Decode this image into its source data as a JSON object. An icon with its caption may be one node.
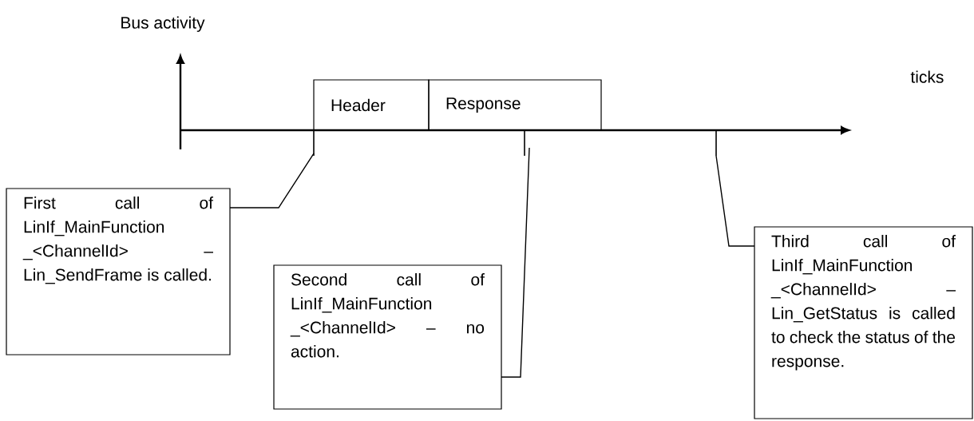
{
  "diagram": {
    "nodes": [
      {
        "text": [
          "Header"
        ]
      },
      {
        "text": [
          "Response"
        ]
      },
      {
        "text": [
          "First call of LinIf_MainFunction _<ChannelId> – Lin_SendFrame is called."
        ]
      },
      {
        "text": [
          "Second call of LinIf_MainFunction _<ChannelId> – no action."
        ]
      },
      {
        "text": [
          "Third call of LinIf_MainFunction _<ChannelId> – Lin_GetStatus is called to check the status of the response."
        ]
      }
    ],
    "edges": [
      {
        "from": 2,
        "to": null,
        "arrow": "none"
      },
      {
        "from": 3,
        "to": null,
        "arrow": "none"
      },
      {
        "from": 4,
        "to": null,
        "arrow": "none"
      }
    ],
    "labels": [
      "Bus activity",
      "ticks"
    ]
  }
}
